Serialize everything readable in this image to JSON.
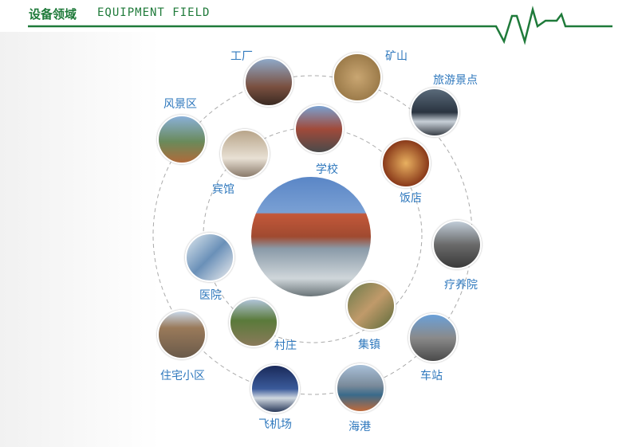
{
  "header": {
    "title": "设备领域",
    "subtitle": "EQUIPMENT FIELD",
    "accent": "#1f7a3a"
  },
  "center": {
    "label": "center-building"
  },
  "items": [
    {
      "label": "工厂"
    },
    {
      "label": "矿山"
    },
    {
      "label": "旅游景点"
    },
    {
      "label": "风景区"
    },
    {
      "label": "宾馆"
    },
    {
      "label": "学校"
    },
    {
      "label": "饭店"
    },
    {
      "label": "医院"
    },
    {
      "label": "疗养院"
    },
    {
      "label": "村庄"
    },
    {
      "label": "集镇"
    },
    {
      "label": "住宅小区"
    },
    {
      "label": "车站"
    },
    {
      "label": "飞机场"
    },
    {
      "label": "海港"
    }
  ],
  "label_color": "#2f78bd"
}
